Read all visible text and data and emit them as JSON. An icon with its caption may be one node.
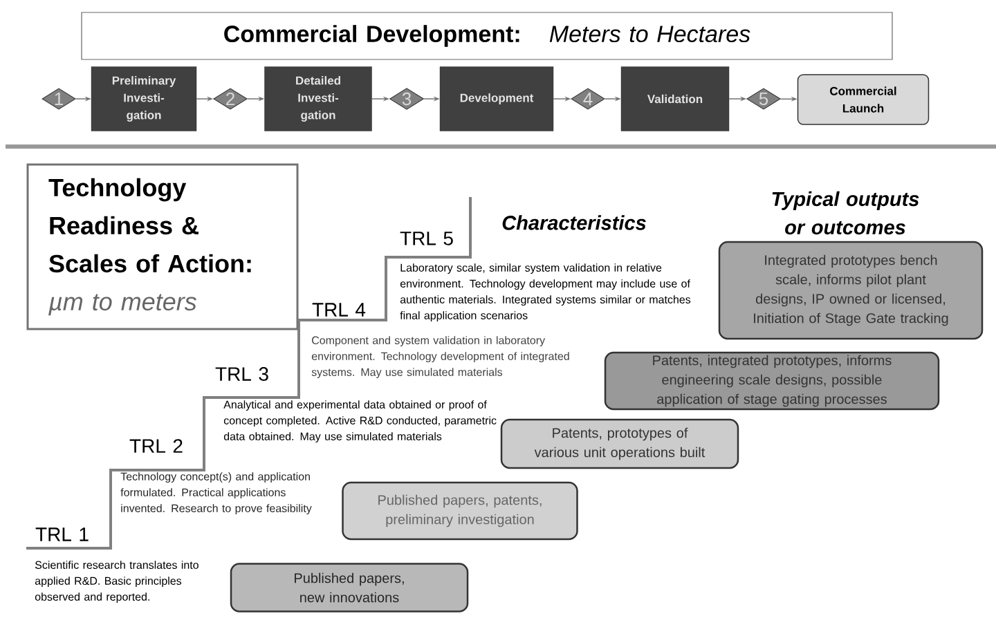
{
  "diagram": {
    "nodes": [
      {
        "text": [
          "Commercial Development:",
          "Meters to Hectares"
        ]
      },
      {
        "text": [
          "1"
        ]
      },
      {
        "text": [
          "Preliminary Investi- gation"
        ]
      },
      {
        "text": [
          "2"
        ]
      },
      {
        "text": [
          "Detailed Investi- gation"
        ]
      },
      {
        "text": [
          "3"
        ]
      },
      {
        "text": [
          "Development"
        ]
      },
      {
        "text": [
          "4"
        ]
      },
      {
        "text": [
          "Validation"
        ]
      },
      {
        "text": [
          "5"
        ]
      },
      {
        "text": [
          "Commercial Launch"
        ]
      },
      {
        "text": [
          "Technology Readiness & Scales of Action:",
          "µm to meters"
        ]
      },
      {
        "text": [
          "Integrated prototypes bench scale,  informs pilot plant designs,  IP owned or licensed, Initiation of Stage Gate tracking"
        ]
      },
      {
        "text": [
          "Patents, integrated prototypes, informs engineering scale designs, possible application of stage gating processes"
        ]
      },
      {
        "text": [
          "Patents, prototypes  of various unit operations built"
        ]
      },
      {
        "text": [
          "Published papers, patents, preliminary investigation"
        ]
      },
      {
        "text": [
          "Published papers, new innovations"
        ]
      }
    ],
    "edges": [
      {
        "from": 1,
        "to": 2,
        "arrow": "to"
      },
      {
        "from": 2,
        "to": 3,
        "arrow": "to"
      },
      {
        "from": 3,
        "to": 4,
        "arrow": "to"
      },
      {
        "from": 4,
        "to": 5,
        "arrow": "to"
      },
      {
        "from": 5,
        "to": 6,
        "arrow": "to"
      },
      {
        "from": 6,
        "to": 7,
        "arrow": "to"
      },
      {
        "from": 7,
        "to": 8,
        "arrow": "to"
      },
      {
        "from": 8,
        "to": 9,
        "arrow": "to"
      },
      {
        "from": 9,
        "to": 10,
        "arrow": "to"
      }
    ],
    "labels": [
      "Typical outputs or outcomes",
      "Characteristics",
      "TRL 5",
      "Laboratory scale, similar system validation in relative environment.  Technology development  may include use of authentic materials. Integrated systems similar or matches final application scenarios",
      "TRL 4",
      "Component and system validation in laboratory environment. Technology development of integrated systems.  May use simulated materials",
      "TRL 3",
      "Analytical and experimental  data obtained or proof of concept  completed. Active R&D conducted, parametric data obtained. May use simulated materials",
      "TRL 2",
      "Technology concept(s) and application formulated. Practical applications  invented. Research to prove feasibility",
      "TRL 1",
      "Scientific research  translates into applied R&D. Basic principles observed and reported."
    ]
  }
}
